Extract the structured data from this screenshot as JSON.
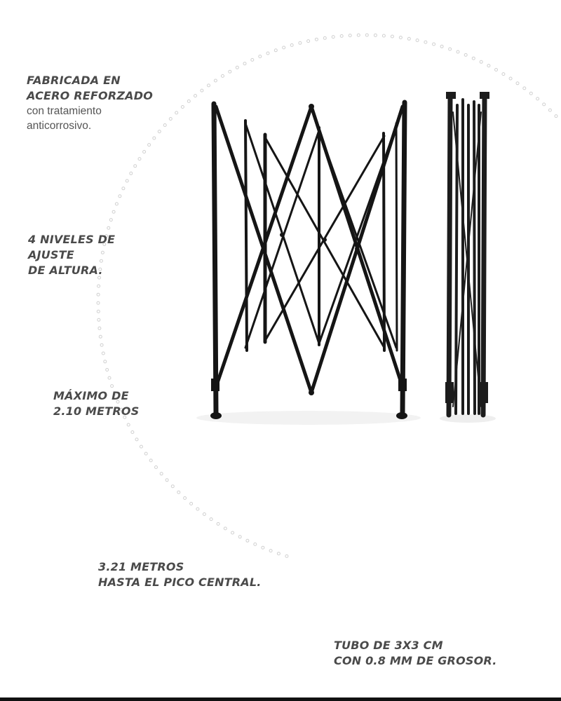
{
  "features": [
    {
      "id": "material",
      "lines": [
        "FABRICADA EN",
        "ACERO REFORZADO"
      ],
      "body": [
        "con tratamiento",
        "anticorrosivo."
      ]
    },
    {
      "id": "height-levels",
      "lines": [
        "4 NIVELES DE",
        "AJUSTE",
        "DE ALTURA."
      ],
      "body": []
    },
    {
      "id": "max-height",
      "lines": [
        "MÁXIMO DE",
        "2.10 METROS"
      ],
      "body": []
    },
    {
      "id": "peak-height",
      "lines": [
        "3.21 METROS",
        "HASTA EL PICO CENTRAL."
      ],
      "body": []
    },
    {
      "id": "tube-spec",
      "lines": [
        "TUBO DE 3X3 CM",
        "CON 0.8 MM DE GROSOR."
      ],
      "body": []
    }
  ],
  "images": [
    {
      "name": "expanded-frame",
      "description_icon": "expanded-steel-frame-icon"
    },
    {
      "name": "folded-frame",
      "description_icon": "folded-steel-frame-icon"
    }
  ],
  "colors": {
    "background": "#ffffff",
    "text": "#4a4a4a",
    "frame": "#151515",
    "dots": "#d0d0d0",
    "bottom_bar": "#111111"
  }
}
